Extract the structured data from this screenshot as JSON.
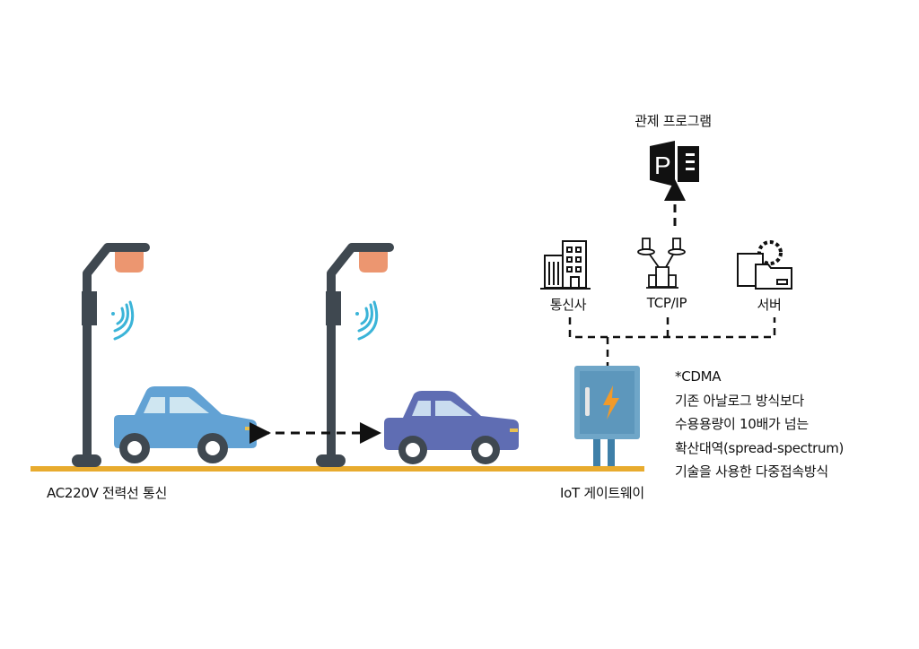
{
  "labels": {
    "control_program": "관제 프로그램",
    "telecom": "통신사",
    "tcpip": "TCP/IP",
    "server": "서버",
    "powerline": "AC220V 전력선 통신",
    "gateway": "IoT 게이트웨이"
  },
  "note": {
    "lines": [
      "*CDMA",
      "기존 아날로그 방식보다",
      "수용용량이 10배가 넘는",
      "확산대역(spread-spectrum)",
      "기술을 사용한 다중접속방식"
    ]
  },
  "colors": {
    "road": "#e8ab2e",
    "pole": "#3f4850",
    "lamp": "#ec9670",
    "wifi": "#3bb4d8",
    "car1": "#62a2d4",
    "car2": "#5f6db3",
    "gateway": "#6fa6c8",
    "bolt": "#f19a2a"
  }
}
